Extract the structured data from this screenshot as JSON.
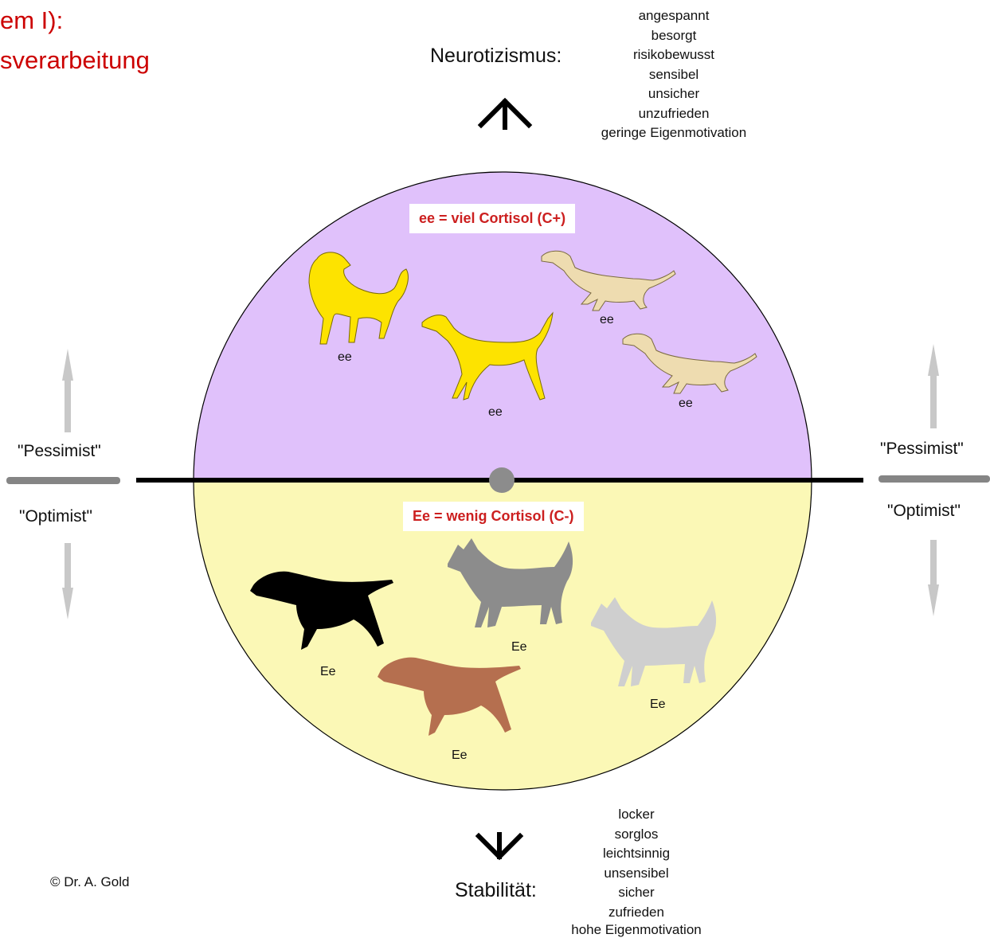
{
  "title": {
    "line1": "em I):",
    "line2": "sverarbeitung"
  },
  "top": {
    "axis_label": "Neurotizismus:",
    "traits": [
      "angespannt",
      "besorgt",
      "risikobewusst",
      "sensibel",
      "unsicher",
      "unzufrieden",
      "geringe Eigenmotivation"
    ]
  },
  "bottom": {
    "axis_label": "Stabilität:",
    "traits": [
      "locker",
      "sorglos",
      "leichtsinnig",
      "unsensibel",
      "sicher",
      "zufrieden",
      "hohe Eigenmotivation"
    ]
  },
  "sides": {
    "left": {
      "upper": "\"Pessimist\"",
      "lower": "\"Optimist\""
    },
    "right": {
      "upper": "\"Pessimist\"",
      "lower": "\"Optimist\""
    }
  },
  "circle": {
    "upper_label": "ee = viel Cortisol (C+)",
    "lower_label": "Ee = wenig Cortisol (C-)",
    "upper_color": "#e0c1fb",
    "lower_color": "#fbf8b6"
  },
  "dogs": {
    "upper": [
      {
        "genotype": "ee",
        "color": "#fde300",
        "icon": "retriever-dog-icon"
      },
      {
        "genotype": "ee",
        "color": "#fde300",
        "icon": "greyhound-dog-icon"
      },
      {
        "genotype": "ee",
        "color": "#eedcb0",
        "icon": "dachshund-dog-icon"
      },
      {
        "genotype": "ee",
        "color": "#eedcb0",
        "icon": "dachshund-dog-icon"
      }
    ],
    "lower": [
      {
        "genotype": "Ee",
        "color": "#000000",
        "icon": "pointer-dog-icon"
      },
      {
        "genotype": "Ee",
        "color": "#b56f4f",
        "icon": "pointer-dog-icon"
      },
      {
        "genotype": "Ee",
        "color": "#8c8c8c",
        "icon": "shepherd-dog-icon"
      },
      {
        "genotype": "Ee",
        "color": "#cfcfcf",
        "icon": "shepherd-dog-icon"
      }
    ]
  },
  "copyright": "© Dr. A. Gold"
}
